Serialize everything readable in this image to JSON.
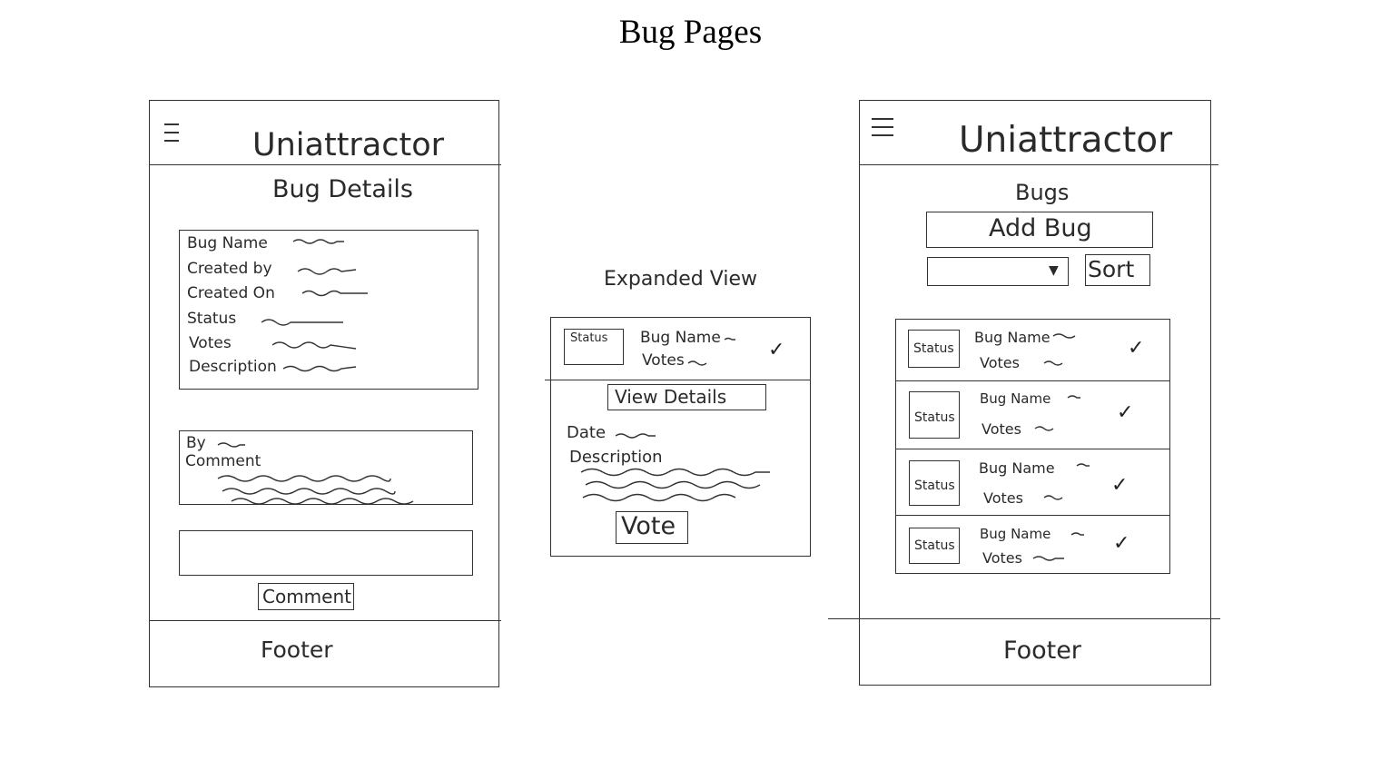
{
  "title": "Bug Pages",
  "details_screen": {
    "app_title": "Uniattractor",
    "heading": "Bug Details",
    "fields": [
      "Bug Name",
      "Created by",
      "Created On",
      "Status",
      "Votes",
      "Description"
    ],
    "comment": {
      "by": "By",
      "label": "Comment"
    },
    "comment_button": "Comment",
    "footer": "Footer"
  },
  "expanded_view": {
    "label": "Expanded View",
    "status": "Status",
    "bug_name": "Bug Name",
    "votes": "Votes",
    "check": "✓",
    "view_details_button": "View Details",
    "date": "Date",
    "description": "Description",
    "vote_button": "Vote"
  },
  "list_screen": {
    "app_title": "Uniattractor",
    "heading": "Bugs",
    "add_button": "Add Bug",
    "sort_button": "Sort",
    "dropdown_icon": "▼",
    "items": [
      {
        "status": "Status",
        "bug_name": "Bug Name",
        "votes": "Votes",
        "check": "✓"
      },
      {
        "status": "Status",
        "bug_name": "Bug Name",
        "votes": "Votes",
        "check": "✓"
      },
      {
        "status": "Status",
        "bug_name": "Bug Name",
        "votes": "Votes",
        "check": "✓"
      },
      {
        "status": "Status",
        "bug_name": "Bug Name",
        "votes": "Votes",
        "check": "✓"
      }
    ],
    "footer": "Footer"
  }
}
